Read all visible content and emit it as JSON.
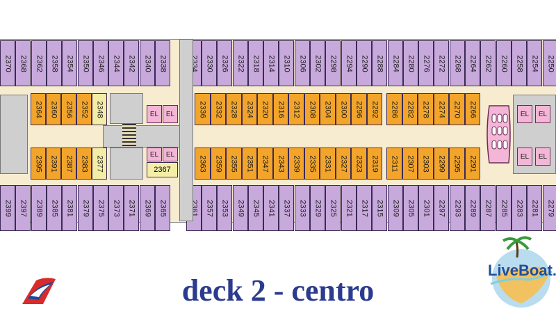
{
  "title": "deck 2  -  centro",
  "colors": {
    "cabin_outside": "#c8a9dc",
    "cabin_inside": "#f3a52b",
    "elevator": "#f4b6d6",
    "title": "#2b3b8f",
    "corridor": "#f7ecd0"
  },
  "logo_left": {
    "icon": "carnival-funnel-logo",
    "colors": [
      "#d92b2b",
      "#1a4aa0"
    ]
  },
  "logo_right": {
    "icon": "liveboat-logo",
    "text": "LiveBoat.it"
  },
  "top_row": [
    "2370",
    "2368",
    "2362",
    "2358",
    "2354",
    "2350",
    "2346",
    "2344",
    "2342",
    "2340",
    "2338",
    "",
    "2334",
    "2330",
    "2326",
    "2322",
    "2318",
    "2314",
    "2310",
    "2306",
    "2302",
    "2298",
    "2294",
    "2290",
    "2288",
    "2284",
    "2280",
    "2276",
    "2272",
    "2268",
    "2264",
    "2262",
    "2260",
    "2258",
    "2254",
    "2250"
  ],
  "bottom_row": [
    "2399",
    "2397",
    "2389",
    "2385",
    "2381",
    "2379",
    "2375",
    "2373",
    "2371",
    "2369",
    "2365",
    "",
    "2361",
    "2357",
    "2353",
    "2349",
    "2345",
    "2341",
    "2337",
    "2333",
    "2329",
    "2325",
    "2321",
    "2317",
    "2315",
    "2309",
    "2305",
    "2301",
    "2297",
    "2293",
    "2289",
    "2287",
    "2285",
    "2283",
    "2281",
    "2279"
  ],
  "inner_upper_left": [
    "2364",
    "2360",
    "2356",
    "2352",
    "2348"
  ],
  "inner_lower_left": [
    "2395",
    "2391",
    "2387",
    "2383",
    "2377"
  ],
  "inner_upper_mid": [
    "2336",
    "2332",
    "2328",
    "2324",
    "2320",
    "2316",
    "2312",
    "2308",
    "2304",
    "2300",
    "2296",
    "2292"
  ],
  "inner_lower_mid": [
    "2363",
    "2359",
    "2355",
    "2351",
    "2347",
    "2343",
    "2339",
    "2335",
    "2331",
    "2327",
    "2323",
    "2319"
  ],
  "inner_upper_right": [
    "2286",
    "2282",
    "2278",
    "2274",
    "2270",
    "2266"
  ],
  "inner_lower_right": [
    "2311",
    "2307",
    "2303",
    "2299",
    "2295",
    "2291"
  ],
  "elevator_label": "EL",
  "label_2367": "2367"
}
